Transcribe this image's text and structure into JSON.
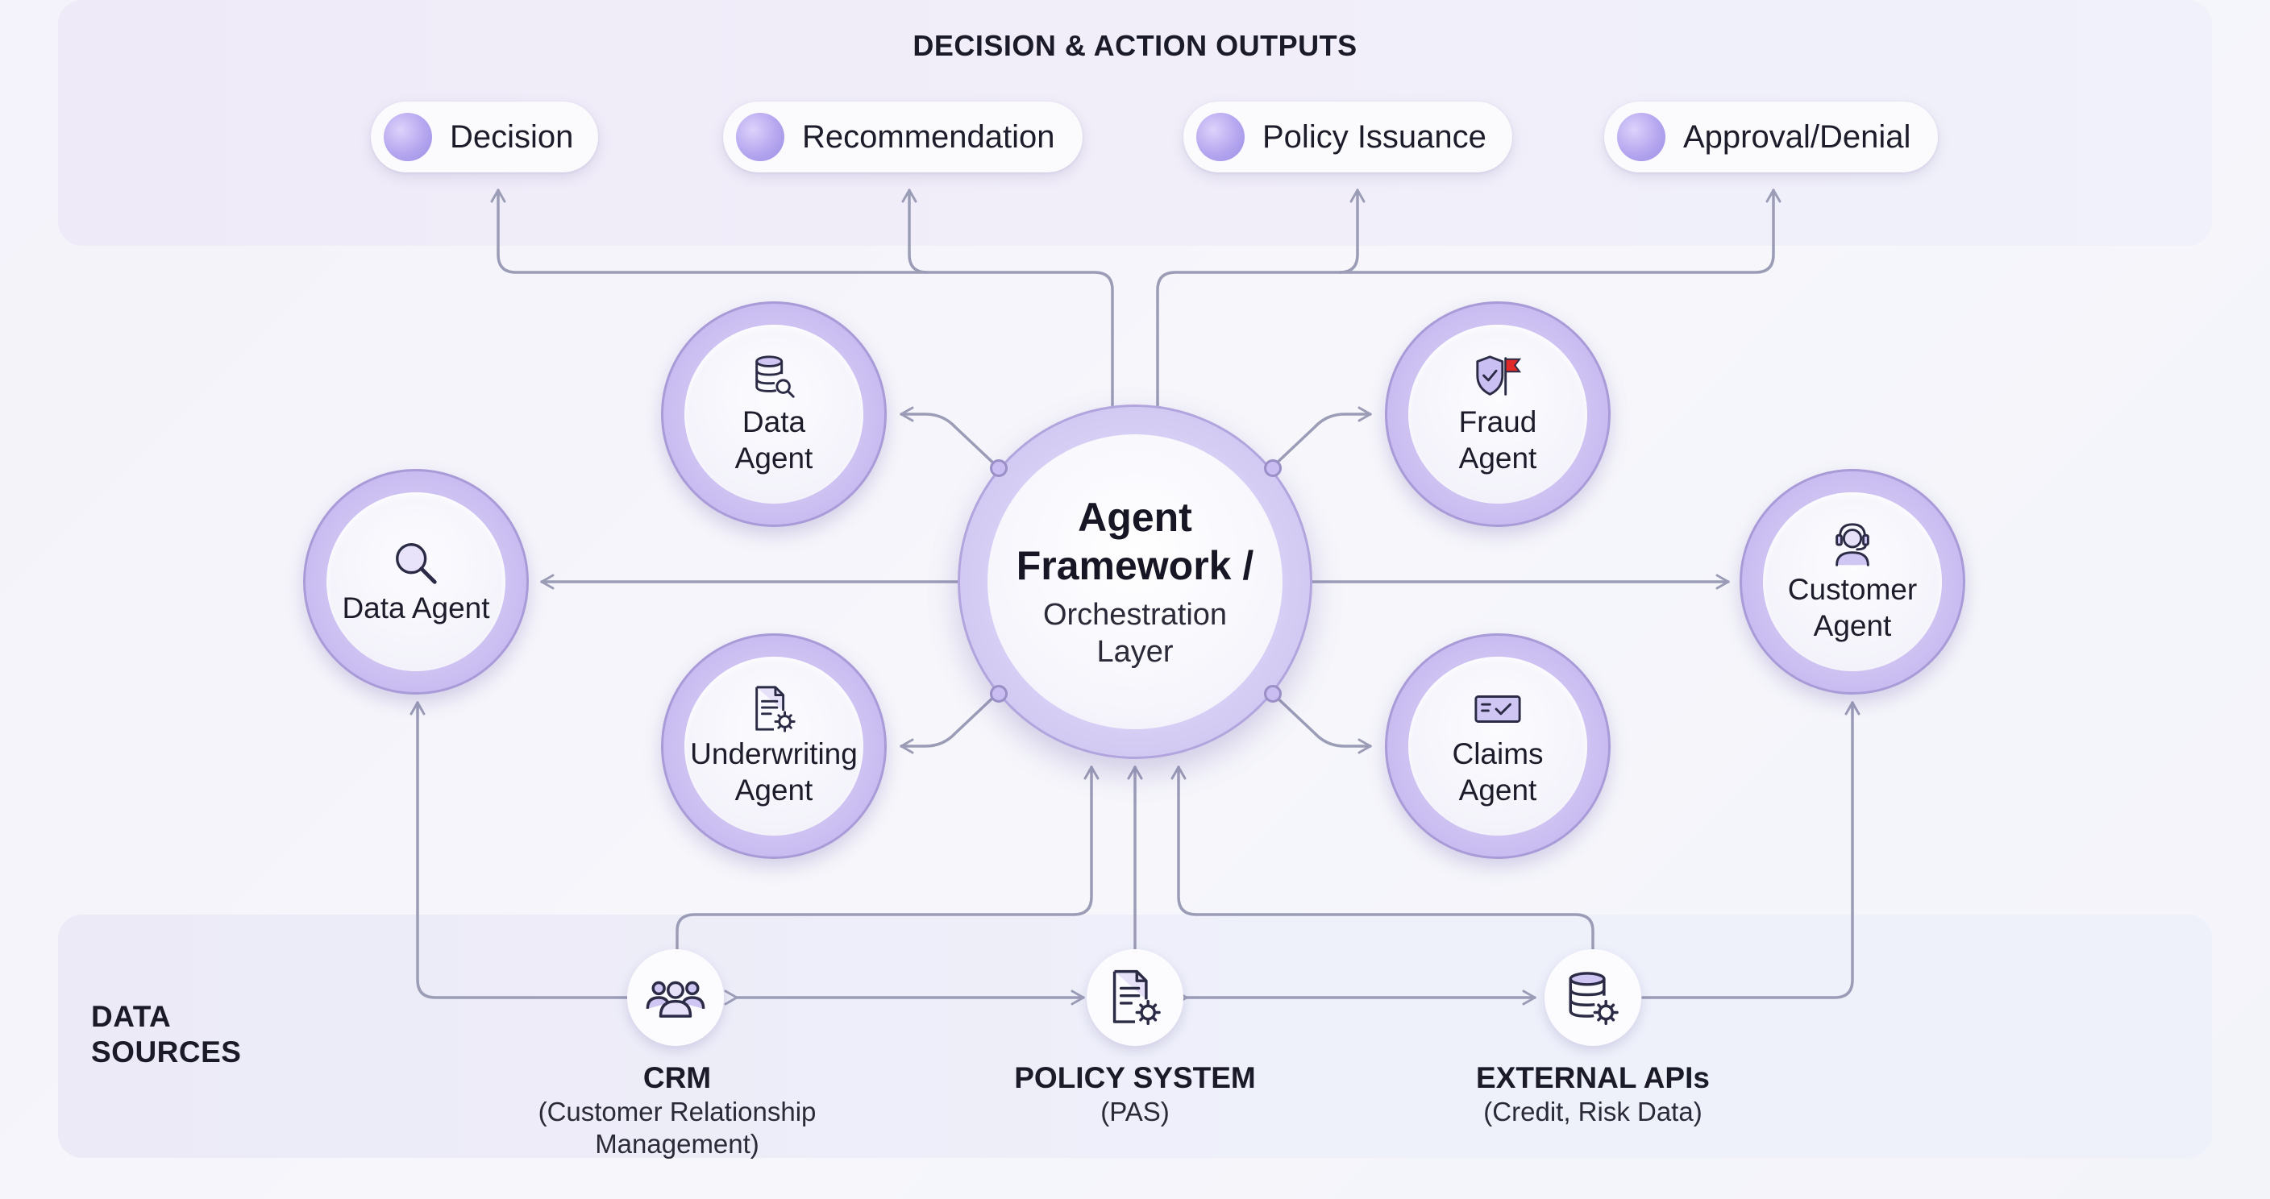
{
  "outputs": {
    "title": "DECISION & ACTION OUTPUTS",
    "items": [
      {
        "label": "Decision"
      },
      {
        "label": "Recommendation"
      },
      {
        "label": "Policy Issuance"
      },
      {
        "label": "Approval/Denial"
      }
    ]
  },
  "hub": {
    "title_line1": "Agent",
    "title_line2": "Framework /",
    "subtitle_line1": "Orchestration",
    "subtitle_line2": "Layer"
  },
  "agents": {
    "data_agent_top": {
      "line1": "Data",
      "line2": "Agent",
      "icon": "database-search-icon"
    },
    "fraud_agent": {
      "line1": "Fraud",
      "line2": "Agent",
      "icon": "shield-flag-icon"
    },
    "data_agent_left": {
      "line1": "Data Agent",
      "icon": "magnifier-icon"
    },
    "customer_agent": {
      "line1": "Customer",
      "line2": "Agent",
      "icon": "headset-user-icon"
    },
    "underwriting_agent": {
      "line1": "Underwriting",
      "line2": "Agent",
      "icon": "document-gear-icon"
    },
    "claims_agent": {
      "line1": "Claims",
      "line2": "Agent",
      "icon": "check-card-icon"
    }
  },
  "sources": {
    "title_line1": "DATA",
    "title_line2": "SOURCES",
    "crm": {
      "name": "CRM",
      "desc_line1": "(Customer Relationship",
      "desc_line2": "Management)",
      "icon": "people-icon"
    },
    "pas": {
      "name": "POLICY SYSTEM",
      "desc_line1": "(PAS)",
      "icon": "document-gear-icon"
    },
    "apis": {
      "name": "EXTERNAL APIs",
      "desc_line1": "(Credit, Risk Data)",
      "icon": "database-gear-icon"
    }
  },
  "colors": {
    "line": "#9b9cb6",
    "accent": "#b5a6ef",
    "flag": "#e02a2a"
  }
}
